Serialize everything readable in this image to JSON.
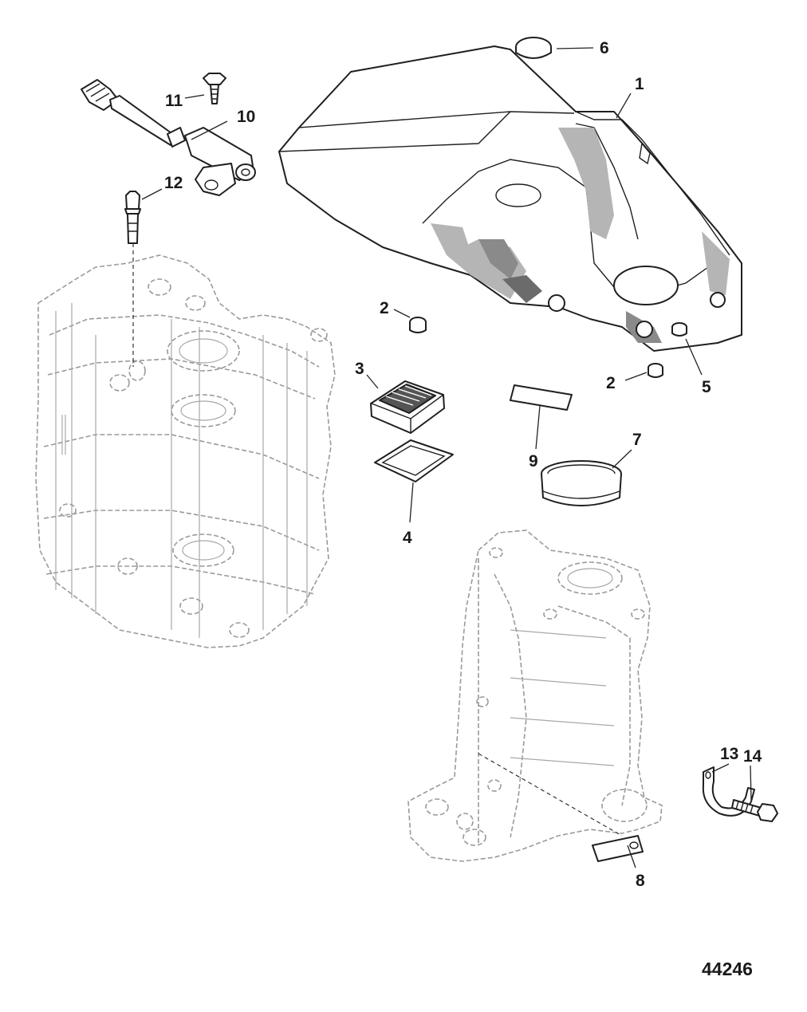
{
  "figure_number": "44246",
  "callouts": {
    "c1": "1",
    "c2a": "2",
    "c2b": "2",
    "c3": "3",
    "c4": "4",
    "c5": "5",
    "c6": "6",
    "c7": "7",
    "c8": "8",
    "c9": "9",
    "c10": "10",
    "c11": "11",
    "c12": "12",
    "c13": "13",
    "c14": "14"
  }
}
